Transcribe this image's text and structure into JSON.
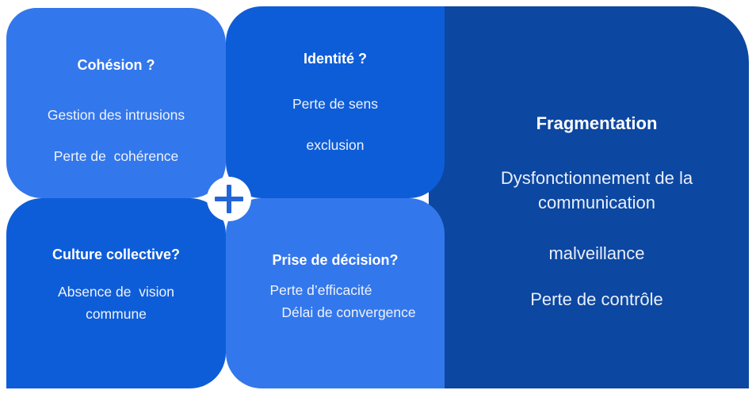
{
  "diagram": {
    "colors": {
      "light_blue": "#3377EC",
      "medium_blue": "#0E5DD8",
      "dark_blue": "#0C47A1",
      "plus_blue": "#2265D9",
      "text": "#FFFFFF"
    },
    "icons": {
      "plus_icon": "+"
    },
    "quadrants": [
      {
        "title": "Cohésion ?",
        "lines": [
          "Gestion des intrusions",
          "Perte de  cohérence"
        ]
      },
      {
        "title": "Identité ?",
        "lines": [
          "Perte de sens",
          "exclusion"
        ]
      },
      {
        "title": "Culture collective?",
        "lines": [
          "Absence de  vision",
          "commune"
        ]
      },
      {
        "title": "Prise de décision?",
        "lines": [
          "Perte d’efficacité",
          "Délai de convergence"
        ]
      }
    ],
    "result": {
      "title": "Fragmentation",
      "lines": [
        "Dysfonctionnement de la",
        "communication",
        "malveillance",
        "Perte de contrôle"
      ]
    }
  }
}
